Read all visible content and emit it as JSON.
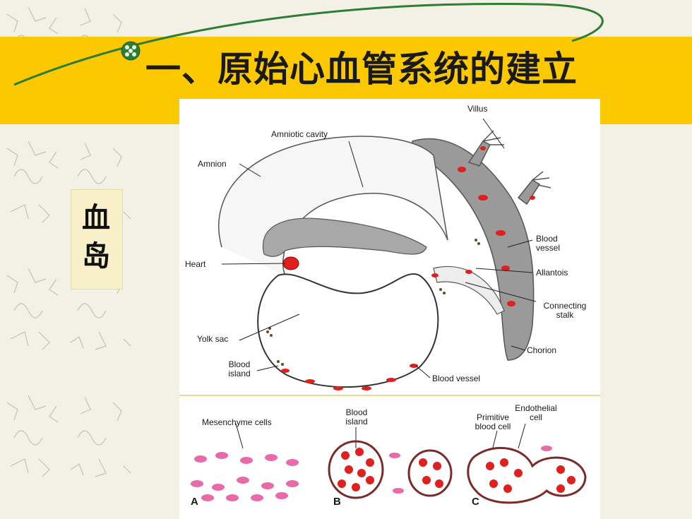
{
  "slide": {
    "title": "一、原始心血管系统的建立",
    "side_label_line1": "血",
    "side_label_line2": "岛"
  },
  "figure": {
    "top": {
      "villus": "Villus",
      "amniotic_cavity": "Amniotic cavity",
      "amnion": "Amnion",
      "heart": "Heart",
      "blood_vessel_right_1": "Blood",
      "blood_vessel_right_2": "vessel",
      "allantois": "Allantois",
      "connecting_stalk_1": "Connecting",
      "connecting_stalk_2": "stalk",
      "yolk_sac": "Yolk sac",
      "chorion": "Chorion",
      "blood_island_1": "Blood",
      "blood_island_2": "island",
      "blood_vessel_bottom": "Blood vessel"
    },
    "bottom": {
      "mesenchyme_cells": "Mesenchyme cells",
      "blood_island_1": "Blood",
      "blood_island_2": "island",
      "primitive_blood_cell_1": "Primitive",
      "primitive_blood_cell_2": "blood cell",
      "endothelial_cell_1": "Endothelial",
      "endothelial_cell_2": "cell",
      "panel_a": "A",
      "panel_b": "B",
      "panel_c": "C"
    },
    "colors": {
      "blood": "#e0201c",
      "mesenchyme": "#e86aa8",
      "tissue_gray": "#9a9a9a"
    }
  }
}
